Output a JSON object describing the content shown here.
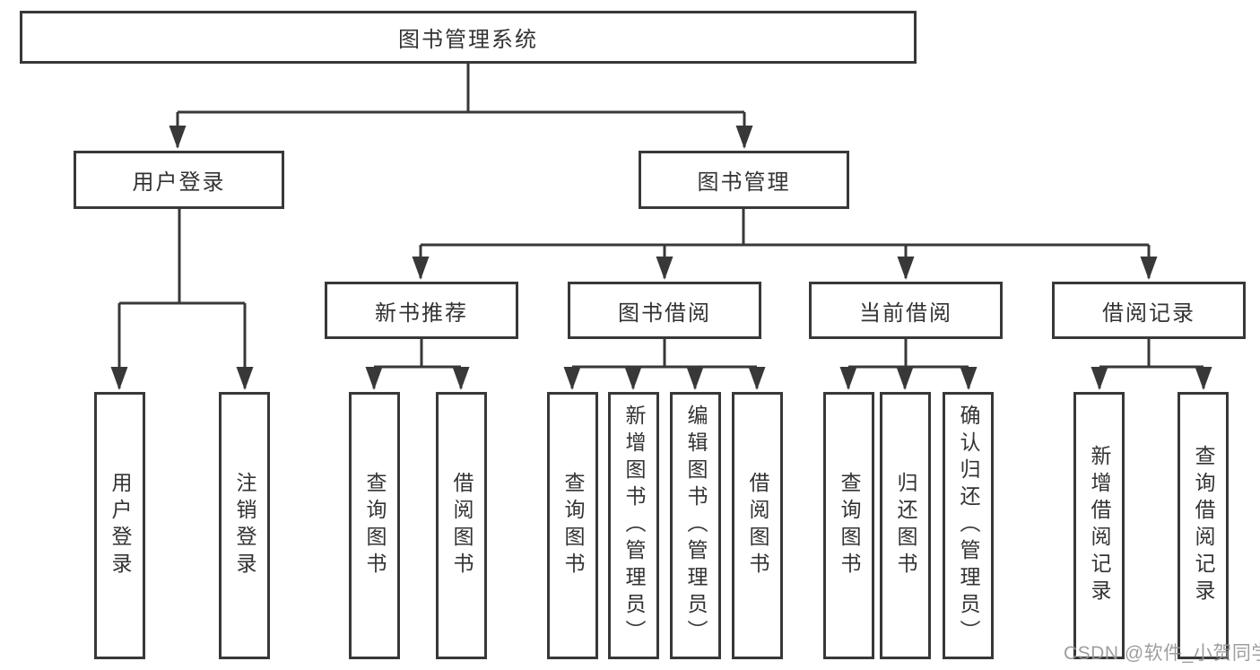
{
  "diagram": {
    "title_node": "图书管理系统",
    "root": "图书管理系统",
    "branches": [
      {
        "label": "用户登录",
        "leaves": [
          "用户登录",
          "注销登录"
        ]
      },
      {
        "label": "图书管理",
        "groups": [
          {
            "label": "新书推荐",
            "leaves": [
              "查询图书",
              "借阅图书"
            ]
          },
          {
            "label": "图书借阅",
            "leaves": [
              "查询图书",
              "新增图书（管理员）",
              "编辑图书（管理员）",
              "借阅图书"
            ]
          },
          {
            "label": "当前借阅",
            "leaves": [
              "查询图书",
              "归还图书",
              "确认归还（管理员）"
            ]
          },
          {
            "label": "借阅记录",
            "leaves": [
              "新增借阅记录",
              "查询借阅记录"
            ]
          }
        ]
      }
    ]
  },
  "watermark": {
    "text": "CSDN @软件_小贺同学"
  },
  "colors": {
    "line": "#383838",
    "text": "#333333",
    "background": "#ffffff",
    "watermark": "#969696"
  }
}
